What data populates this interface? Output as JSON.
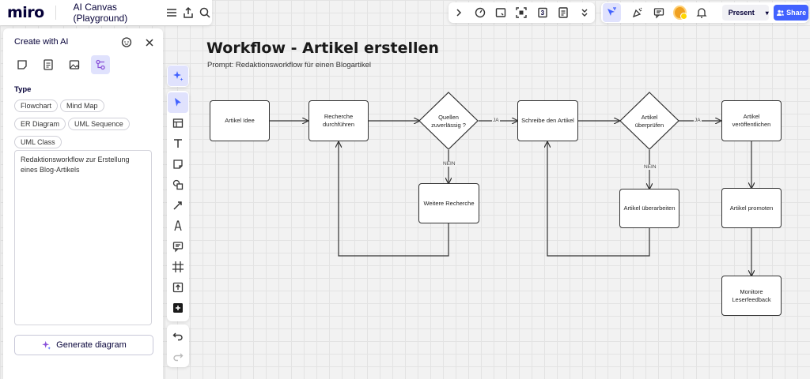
{
  "app": {
    "logo": "miro",
    "board_title": "AI Canvas (Playground)"
  },
  "topbar": {
    "present_label": "Present",
    "share_label": "Share",
    "counter": "3"
  },
  "panel": {
    "title": "Create with AI",
    "type_label": "Type",
    "types": [
      "Flowchart",
      "Mind Map",
      "ER Diagram",
      "UML Sequence",
      "UML Class"
    ],
    "prompt_text": "Redaktionsworkflow zur Erstellung eines Blog-Artikels",
    "generate_label": "Generate diagram"
  },
  "canvas": {
    "title": "Workflow - Artikel erstellen",
    "subtitle": "Prompt: Redaktionsworkflow für einen Blogartikel",
    "nodes": {
      "idee": "Artikel Idee",
      "recherche": "Recherche durchführen",
      "quellen": "Quellen zuverlässig ?",
      "weitere": "Weitere Recherche",
      "schreibe": "Schreibe den Artikel",
      "ueberpruefen": "Artikel überprüfen",
      "ueberarbeiten": "Artikel überarbeiten",
      "veroeffentlichen": "Artikel veröffentlichen",
      "promoten": "Artikel promoten",
      "monitore": "Monitore Leserfeedback"
    },
    "edge_labels": {
      "ja1": "JA",
      "nein1": "NEIN",
      "ja2": "JA",
      "nein2": "NEIN"
    }
  },
  "colors": {
    "accent": "#4262ff",
    "active_bg": "#e0e2fd",
    "avatar": "#f0a020"
  }
}
